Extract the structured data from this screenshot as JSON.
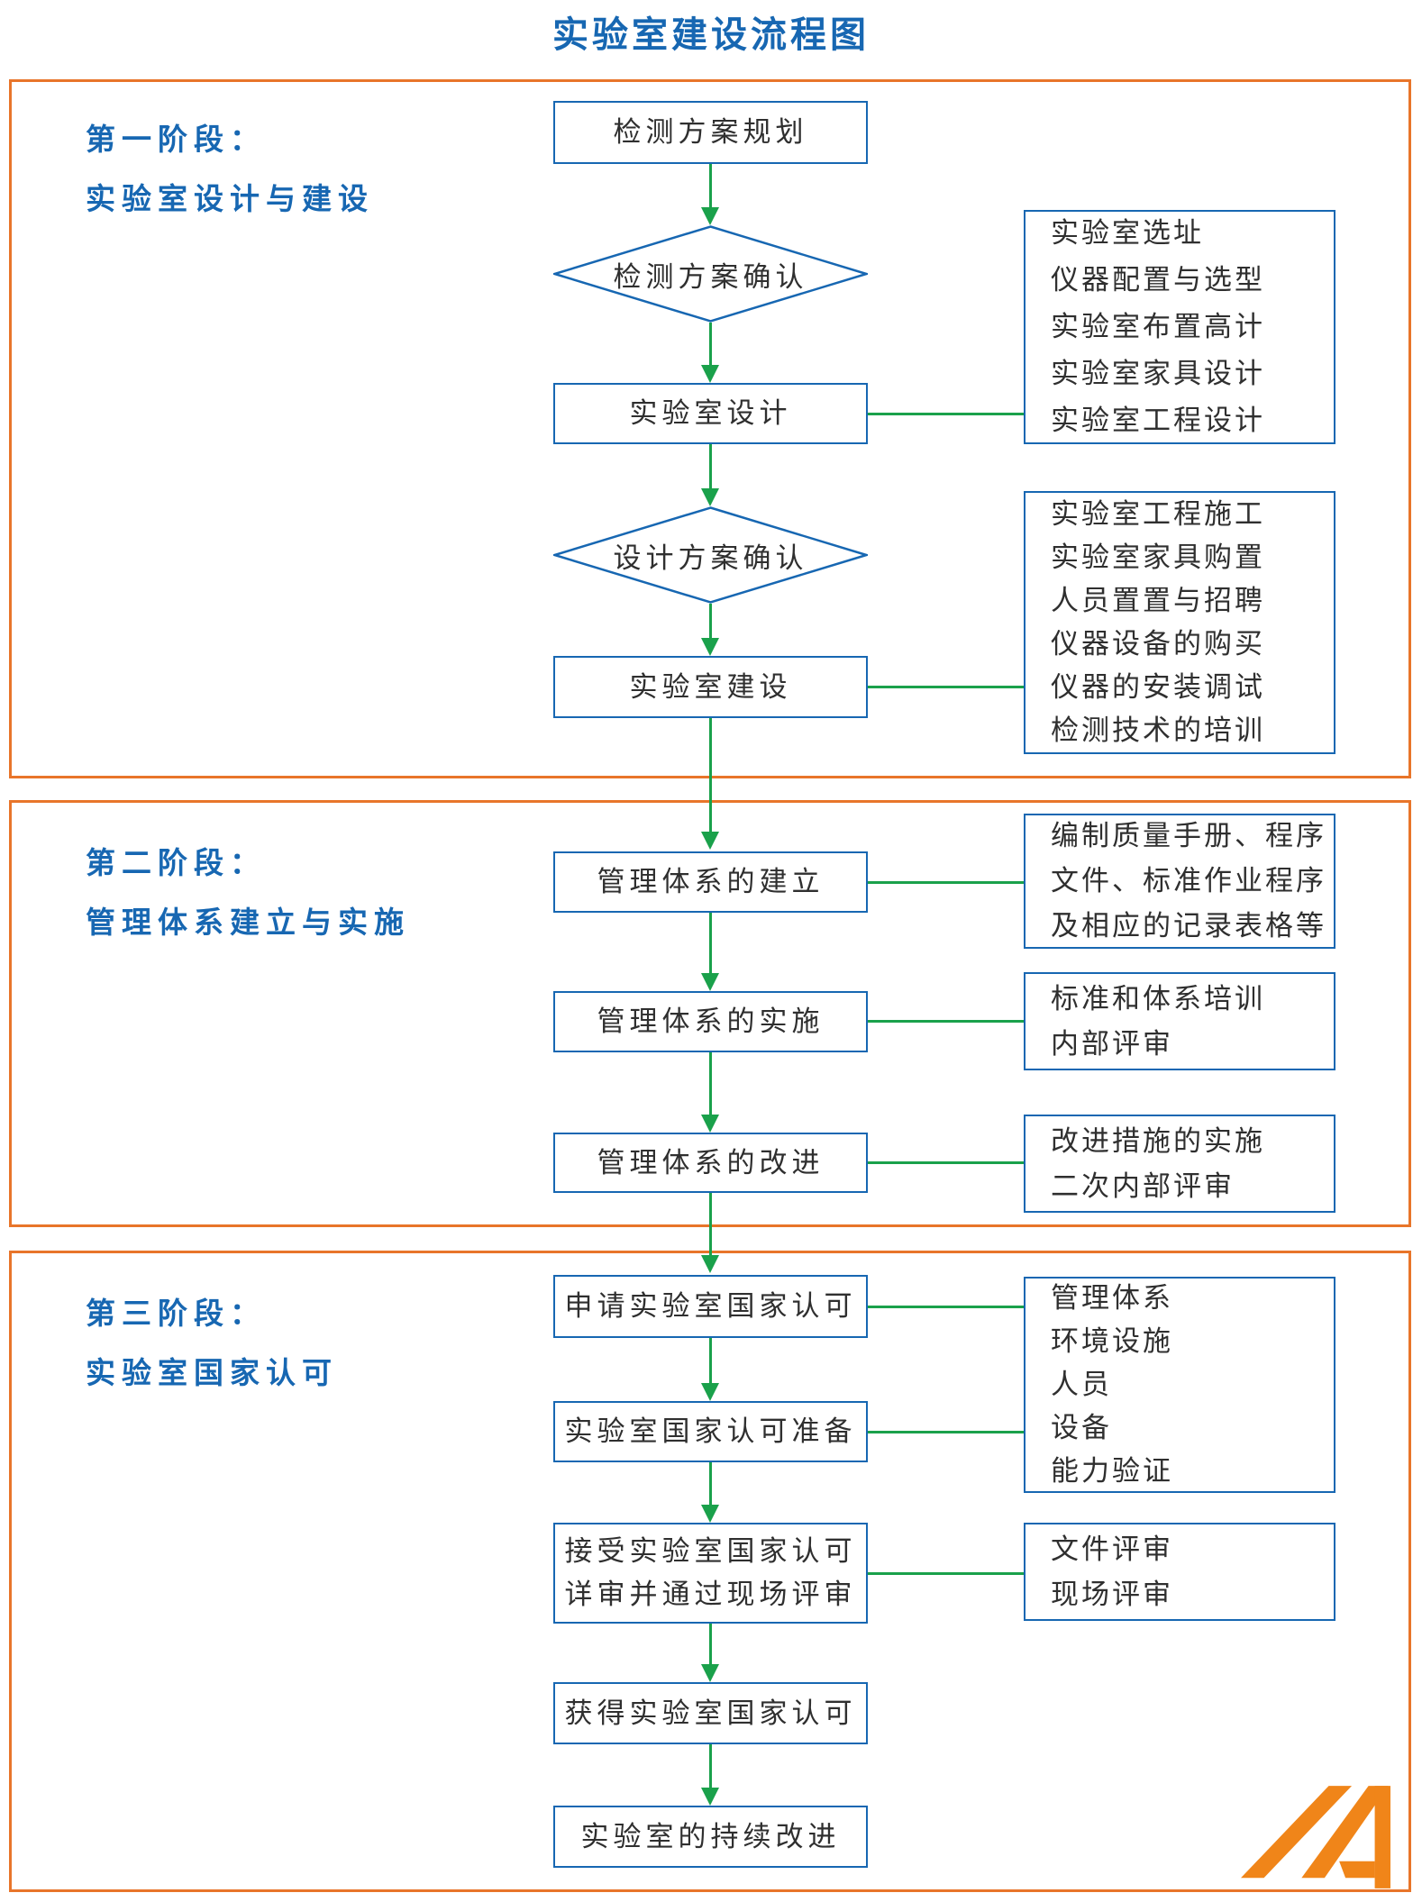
{
  "title": "实验室建设流程图",
  "colors": {
    "stage_border_orange": "#E8752A",
    "node_border_blue": "#1767B2",
    "blue_text": "#1767B2",
    "arrow_green": "#1AA14B",
    "node_text": "#2F2F2F",
    "logo_orange": "#F08519"
  },
  "stages": [
    {
      "label_line1": "第一阶段：",
      "label_line2": "实验室设计与建设"
    },
    {
      "label_line1": "第二阶段：",
      "label_line2": "管理体系建立与实施"
    },
    {
      "label_line1": "第三阶段：",
      "label_line2": "实验室国家认可"
    }
  ],
  "flow": {
    "n1": "检测方案规划",
    "d1": "检测方案确认",
    "n2": "实验室设计",
    "d2": "设计方案确认",
    "n3": "实验室建设",
    "n4": "管理体系的建立",
    "n5": "管理体系的实施",
    "n6": "管理体系的改进",
    "n7": "申请实验室国家认可",
    "n8": "实验室国家认可准备",
    "n9_line1": "接受实验室国家认可",
    "n9_line2": "详审并通过现场评审",
    "n10": "获得实验室国家认可",
    "n11": "实验室的持续改进"
  },
  "annotations": [
    {
      "lines": [
        "实验室选址",
        "仪器配置与选型",
        "实验室布置高计",
        "实验室家具设计",
        "实验室工程设计"
      ]
    },
    {
      "lines": [
        "实验室工程施工",
        "实验室家具购置",
        "人员置置与招聘",
        "仪器设备的购买",
        "仪器的安装调试",
        "检测技术的培训"
      ]
    },
    {
      "lines": [
        "编制质量手册、程序",
        "文件、标准作业程序",
        "及相应的记录表格等"
      ]
    },
    {
      "lines": [
        "标准和体系培训",
        "内部评审"
      ]
    },
    {
      "lines": [
        "改进措施的实施",
        "二次内部评审"
      ]
    },
    {
      "lines": [
        "管理体系",
        "环境设施",
        "人员",
        "设备",
        "能力验证"
      ]
    },
    {
      "lines": [
        "文件评审",
        "现场评审"
      ]
    }
  ]
}
